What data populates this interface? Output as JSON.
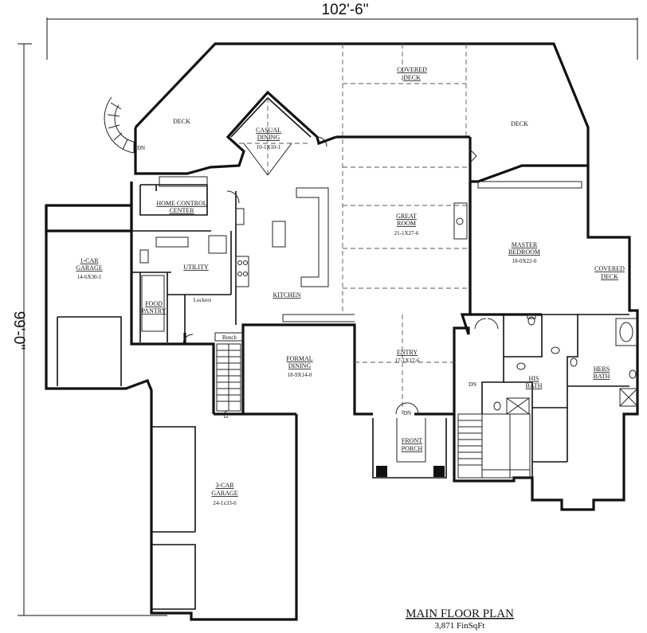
{
  "dimensions": {
    "width_label": "102'-6\"",
    "depth_label": "99'-0\""
  },
  "rooms": {
    "covered_deck_top": "COVERED\nDECK",
    "deck_left": "DECK",
    "deck_right": "DECK",
    "casual_dining": "CASUAL\nDINING",
    "casual_dining_size": "10-1X10-1",
    "home_control_center": "HOME CONTROL\nCENTER",
    "great_room": "GREAT\nROOM",
    "great_room_size": "21-1X27-6",
    "master_bedroom": "MASTER\nBEDROOM",
    "master_bedroom_size": "18-0X22-0",
    "covered_deck_right": "COVERED\nDECK",
    "garage_1car": "1-CAR\nGARAGE",
    "garage_1car_size": "14-6X30-1",
    "utility": "UTILITY",
    "food_pantry": "FOOD\nPANTRY",
    "lockers": "Lockers",
    "kitchen": "KITCHEN",
    "bench": "Bench",
    "formal_dining": "FORMAL\nDINING",
    "formal_dining_size": "18-9X14-0",
    "entry": "ENTRY",
    "entry_size": "17-1X17-6",
    "front_porch": "FRONT\nPORCH",
    "his_bath": "HIS\nBATH",
    "hers_bath": "HERS\nBATH",
    "garage_3car": "3-CAR\nGARAGE",
    "garage_3car_size": "24-1x33-6",
    "stair_dn_1": "DN",
    "stair_dn_2": "DN",
    "stair_dn_3": "DN",
    "stair_dn_4": "DN",
    "up": "UP"
  },
  "footer": {
    "title": "MAIN FLOOR PLAN",
    "subtitle": "3,871 FinSqFt"
  }
}
